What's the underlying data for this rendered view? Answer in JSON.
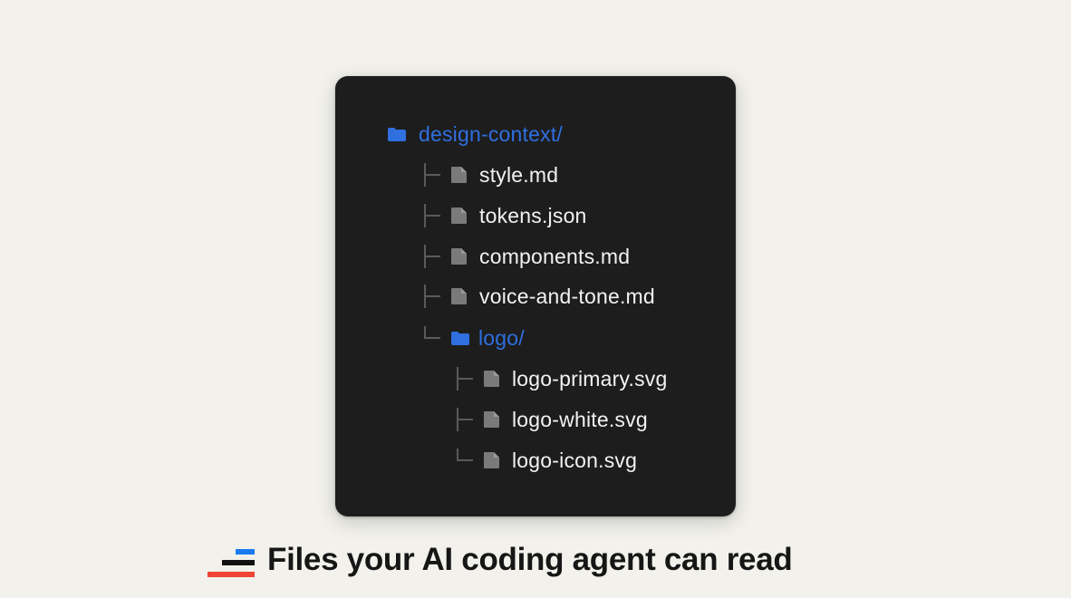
{
  "tree": {
    "root": {
      "label": "design-context/",
      "icon": "folder-icon"
    },
    "children": [
      {
        "label": "style.md",
        "icon": "file-icon",
        "connector": "tee"
      },
      {
        "label": "tokens.json",
        "icon": "file-icon",
        "connector": "tee"
      },
      {
        "label": "components.md",
        "icon": "file-icon",
        "connector": "tee"
      },
      {
        "label": "voice-and-tone.md",
        "icon": "file-icon",
        "connector": "tee"
      },
      {
        "label": "logo/",
        "icon": "folder-icon",
        "connector": "elbow",
        "children": [
          {
            "label": "logo-primary.svg",
            "icon": "file-icon",
            "connector": "tee"
          },
          {
            "label": "logo-white.svg",
            "icon": "file-icon",
            "connector": "tee"
          },
          {
            "label": "logo-icon.svg",
            "icon": "file-icon",
            "connector": "elbow"
          }
        ]
      }
    ]
  },
  "caption": {
    "text": "Files your AI coding agent can read",
    "brand_icon": "stacked-bars-logo-icon"
  },
  "colors": {
    "background": "#f2f1ec",
    "panel": "#1d1d1d",
    "folder": "#2f6fe0",
    "file_icon": "#7a7a7a",
    "file_text": "#f2f2f2",
    "connector": "#5a5a5a",
    "brand_blue": "#1a7bf0",
    "brand_black": "#111111",
    "brand_red": "#f04437",
    "caption_text": "#161616"
  }
}
